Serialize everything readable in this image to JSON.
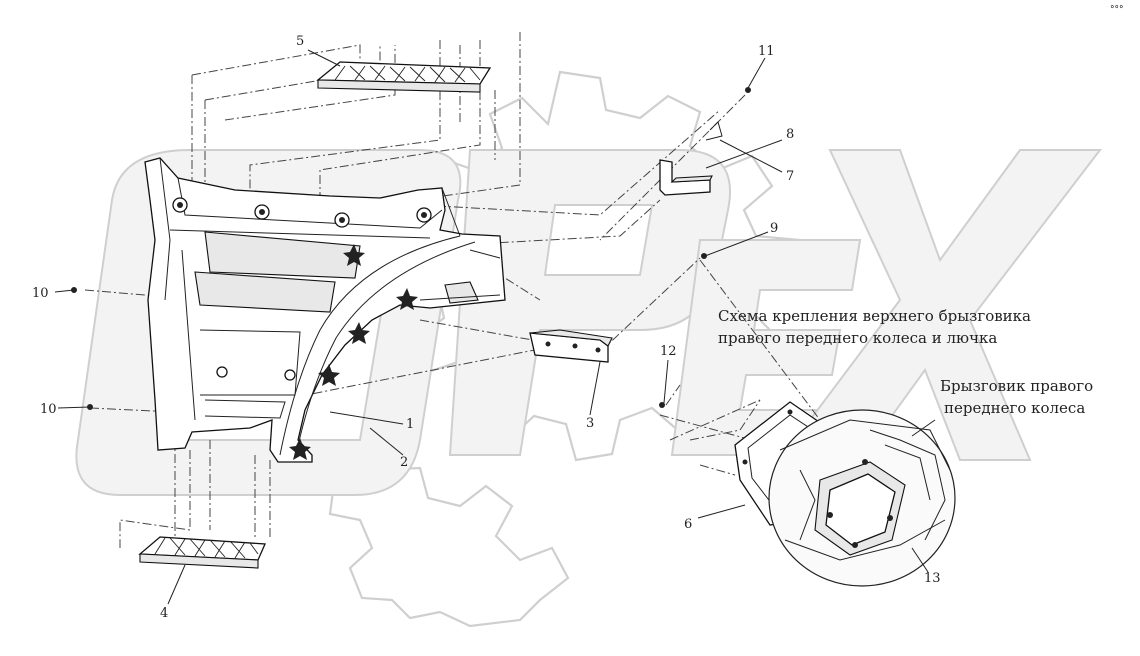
{
  "watermark": {
    "text": "OPEX"
  },
  "corner_mark": "°°°",
  "labels": {
    "p1": "1",
    "p2": "2",
    "p3": "3",
    "p4": "4",
    "p5": "5",
    "p6": "6",
    "p7": "7",
    "p8": "8",
    "p9": "9",
    "p10a": "10",
    "p10b": "10",
    "p11": "11",
    "p12": "12",
    "p13": "13"
  },
  "captions": {
    "scheme_line1": "Схема крепления верхнего брызговика",
    "scheme_line2": "правого переднего колеса и лючка",
    "mudguard_line1": "Брызговик правого",
    "mudguard_line2": "переднего колеса"
  },
  "colors": {
    "line": "#222222",
    "watermark": "#cfcfcf",
    "background": "#ffffff"
  }
}
